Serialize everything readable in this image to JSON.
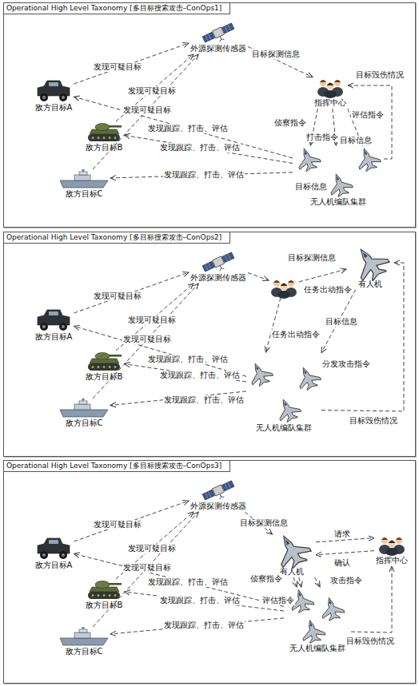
{
  "diagram": {
    "nodes": [
      {
        "text": [
          "Operational High Level Taxonomy [多目标搜索攻击–ConOps1]"
        ]
      },
      {
        "text": [
          "外源探测传感器"
        ],
        "in": 0
      },
      {
        "text": [
          "敌方目标A"
        ],
        "in": 0
      },
      {
        "text": [
          "敌方目标B"
        ],
        "in": 0
      },
      {
        "text": [
          "敌方目标C"
        ],
        "in": 0
      },
      {
        "text": [
          "指挥中心"
        ],
        "in": 0
      },
      {
        "text": [
          "无人机编队集群"
        ],
        "in": 0
      },
      {
        "text": [
          "Operational High Level Taxonomy [多目标搜索攻击–ConOps2]"
        ]
      },
      {
        "text": [
          "外源探测传感器"
        ],
        "in": 7
      },
      {
        "text": [
          "敌方目标A"
        ],
        "in": 7
      },
      {
        "text": [
          "敌方目标B"
        ],
        "in": 7
      },
      {
        "text": [
          "敌方目标C"
        ],
        "in": 7
      },
      {
        "text": [],
        "in": 7
      },
      {
        "text": [
          "有人机"
        ],
        "in": 7
      },
      {
        "text": [
          "无人机编队集群"
        ],
        "in": 7
      },
      {
        "text": [
          "Operational High Level Taxonomy [多目标搜索攻击–ConOps3]"
        ]
      },
      {
        "text": [
          "外源探测传感器"
        ],
        "in": 15
      },
      {
        "text": [
          "敌方目标A"
        ],
        "in": 15
      },
      {
        "text": [
          "敌方目标B"
        ],
        "in": 15
      },
      {
        "text": [
          "敌方目标C"
        ],
        "in": 15
      },
      {
        "text": [
          "有人机"
        ],
        "in": 15
      },
      {
        "text": [
          "指挥中心"
        ],
        "in": 15
      },
      {
        "text": [
          "无人机编队集群"
        ],
        "in": 15
      }
    ],
    "edges": [
      {
        "from": 2,
        "to": 1,
        "label": "发现可疑目标",
        "arrow": "to"
      },
      {
        "from": 3,
        "to": 1,
        "label": "发现可疑目标",
        "arrow": "to"
      },
      {
        "from": 4,
        "to": 1,
        "label": "发现可疑目标",
        "arrow": "to"
      },
      {
        "from": 1,
        "to": 5,
        "label": "目标探测信息",
        "arrow": "to"
      },
      {
        "from": 5,
        "to": 6,
        "label": "侦察指令",
        "arrow": "to"
      },
      {
        "from": 5,
        "to": 6,
        "label": "打击指令",
        "arrow": "to"
      },
      {
        "from": 5,
        "to": 6,
        "label": "评估指令",
        "arrow": "to"
      },
      {
        "from": 6,
        "to": 5,
        "label": "目标毁伤情况",
        "arrow": "to"
      },
      {
        "from": 6,
        "to": 2,
        "label": "发现跟踪、打击、评估",
        "arrow": "to"
      },
      {
        "from": 6,
        "to": 3,
        "label": "发现跟踪、打击、评估",
        "arrow": "to"
      },
      {
        "from": 6,
        "to": 4,
        "label": "发现跟踪、打击、评估",
        "arrow": "to"
      },
      {
        "from": 9,
        "to": 8,
        "label": "发现可疑目标",
        "arrow": "to"
      },
      {
        "from": 10,
        "to": 8,
        "label": "发现可疑目标",
        "arrow": "to"
      },
      {
        "from": 11,
        "to": 8,
        "label": "发现可疑目标",
        "arrow": "to"
      },
      {
        "from": 8,
        "to": 12,
        "label": "目标探测信息",
        "arrow": "to"
      },
      {
        "from": 12,
        "to": 13,
        "label": "任务出动指令",
        "arrow": "to"
      },
      {
        "from": 12,
        "to": 14,
        "label": "任务出动指令",
        "arrow": "to"
      },
      {
        "from": 13,
        "to": 14,
        "label": "分发攻击指令",
        "arrow": "to"
      },
      {
        "from": 14,
        "to": 13,
        "label": "目标毁伤情况",
        "arrow": "to"
      },
      {
        "from": 14,
        "to": 9,
        "label": "发现跟踪、打击、评估",
        "arrow": "to"
      },
      {
        "from": 14,
        "to": 10,
        "label": "发现跟踪、打击、评估",
        "arrow": "to"
      },
      {
        "from": 14,
        "to": 11,
        "label": "发现跟踪、打击、评估",
        "arrow": "to"
      },
      {
        "from": 17,
        "to": 16,
        "label": "发现可疑目标",
        "arrow": "to"
      },
      {
        "from": 18,
        "to": 16,
        "label": "发现可疑目标",
        "arrow": "to"
      },
      {
        "from": 19,
        "to": 16,
        "label": "发现可疑目标",
        "arrow": "to"
      },
      {
        "from": 16,
        "to": 20,
        "label": "目标探测信息",
        "arrow": "to"
      },
      {
        "from": 20,
        "to": 21,
        "label": "请求",
        "arrow": "to"
      },
      {
        "from": 21,
        "to": 20,
        "label": "确认",
        "arrow": "to"
      },
      {
        "from": 20,
        "to": 22,
        "label": "侦察指令",
        "arrow": "to"
      },
      {
        "from": 20,
        "to": 22,
        "label": "攻击指令",
        "arrow": "to"
      },
      {
        "from": 20,
        "to": 22,
        "label": "评估指令",
        "arrow": "to"
      },
      {
        "from": 22,
        "to": 21,
        "label": "目标毁伤情况",
        "arrow": "to"
      },
      {
        "from": 22,
        "to": 17,
        "label": "发现跟踪、打击、评估",
        "arrow": "to"
      },
      {
        "from": 22,
        "to": 18,
        "label": "发现跟踪、打击、评估",
        "arrow": "to"
      },
      {
        "from": 22,
        "to": 19,
        "label": "发现跟踪、打击、评估",
        "arrow": "to"
      }
    ],
    "labels": [
      "目标信息",
      "目标信息",
      "目标信息"
    ]
  }
}
